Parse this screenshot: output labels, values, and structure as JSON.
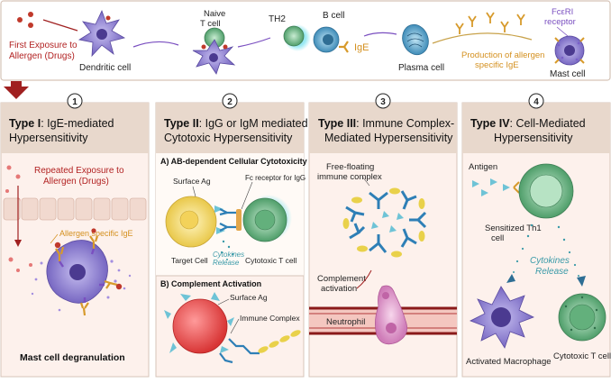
{
  "top": {
    "first_exposure": [
      "First Exposure to",
      "Allergen (Drugs)"
    ],
    "dendritic_cell": "Dendritic cell",
    "naive_t_cell": [
      "Naive",
      "T cell"
    ],
    "th2": "TH2",
    "b_cell": "B cell",
    "ige": "IgE",
    "plasma_cell": "Plasma cell",
    "production": [
      "Production of allergen",
      "specific IgE"
    ],
    "fceri": [
      "FcεRI",
      "receptor"
    ],
    "mast_cell": "Mast cell"
  },
  "panels": [
    {
      "number": "1",
      "title_bold": "Type I",
      "title_rest": ": IgE-mediated",
      "title_line2": "Hypersensitivity",
      "repeated_exposure": [
        "Repeated Exposure to",
        "Allergen (Drugs)"
      ],
      "allergen_ige": "Allergen specific IgE",
      "degranulation": "Mast cell degranulation"
    },
    {
      "number": "2",
      "title_bold": "Type II",
      "title_rest": ": IgG or IgM mediated",
      "title_line2": "Cytotoxic Hypersensitivity",
      "section_a": "A) AB-dependent Cellular Cytotoxicity",
      "surface_ag": "Surface Ag",
      "fc_receptor": "Fc receptor for IgG",
      "target_cell": "Target Cell",
      "cytokines": [
        "Cytokines",
        "Release"
      ],
      "cytotoxic_t": "Cytotoxic T cell",
      "section_b": "B) Complement Activation",
      "surface_ag_b": "Surface Ag",
      "immune_complex": "Immune Complex"
    },
    {
      "number": "3",
      "title_bold": "Type III",
      "title_rest": ": Immune Complex-",
      "title_line2": "Mediated Hypersensitivity",
      "free_floating": [
        "Free-floating",
        "immune complex"
      ],
      "complement": [
        "Complement",
        "activation"
      ],
      "neutrophil": "Neutrophil"
    },
    {
      "number": "4",
      "title_bold": "Type IV",
      "title_rest": ": Cell-Mediated",
      "title_line2": "Hypersensitivity",
      "antigen": "Antigen",
      "sensitized": [
        "Sensitized Th1",
        "cell"
      ],
      "cytokines": [
        "Cytokines",
        "Release"
      ],
      "macrophage": "Activated Macrophage",
      "cytotoxic_t": "Cytotoxic T cell"
    }
  ],
  "colors": {
    "dark_red": "#a02020",
    "header_bg": "#e8d8cc",
    "panel_bg": "#fdf1ec",
    "border": "#d6c4b8",
    "orange": "#e08a1e",
    "teal": "#3a9aa8",
    "purple": "#7a4fc0"
  }
}
